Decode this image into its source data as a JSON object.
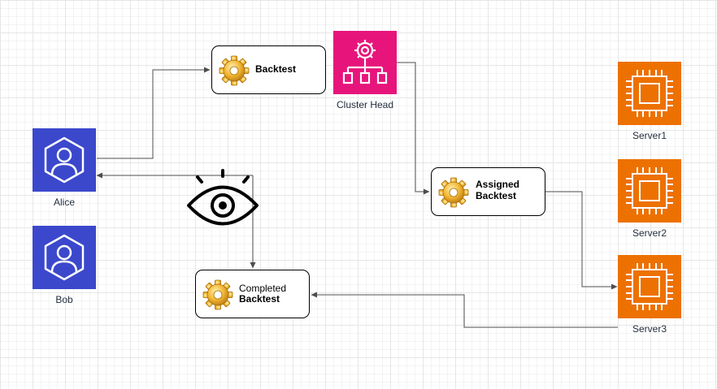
{
  "users": [
    {
      "label": "Alice",
      "color": "#3b48cc"
    },
    {
      "label": "Bob",
      "color": "#3b48cc"
    }
  ],
  "cluster_head": {
    "label": "Cluster Head",
    "color": "#e7157b"
  },
  "servers": [
    {
      "label": "Server1",
      "color": "#ed7100"
    },
    {
      "label": "Server2",
      "color": "#ed7100"
    },
    {
      "label": "Server3",
      "color": "#ed7100"
    }
  ],
  "tasks": {
    "backtest": {
      "label": "Backtest"
    },
    "assigned": {
      "line1": "Assigned",
      "line2": "Backtest"
    },
    "completed": {
      "line1": "Completed",
      "line2": "Backtest"
    }
  },
  "icons": {
    "user": "user-icon",
    "cluster": "cluster-hierarchy-icon",
    "server": "processor-chip-icon",
    "gear": "gear-icon",
    "eye": "eye-icon"
  },
  "edges": [
    {
      "from": "Alice",
      "to": "Backtest"
    },
    {
      "from": "Cluster Head",
      "to": "Assigned Backtest"
    },
    {
      "from": "Assigned Backtest",
      "to": "Server3"
    },
    {
      "from": "Server3",
      "to": "Completed Backtest"
    },
    {
      "from": "Completed Backtest",
      "to": "Alice"
    }
  ],
  "colors": {
    "edge": "#4d4d4d",
    "caption": "#232f3e"
  }
}
